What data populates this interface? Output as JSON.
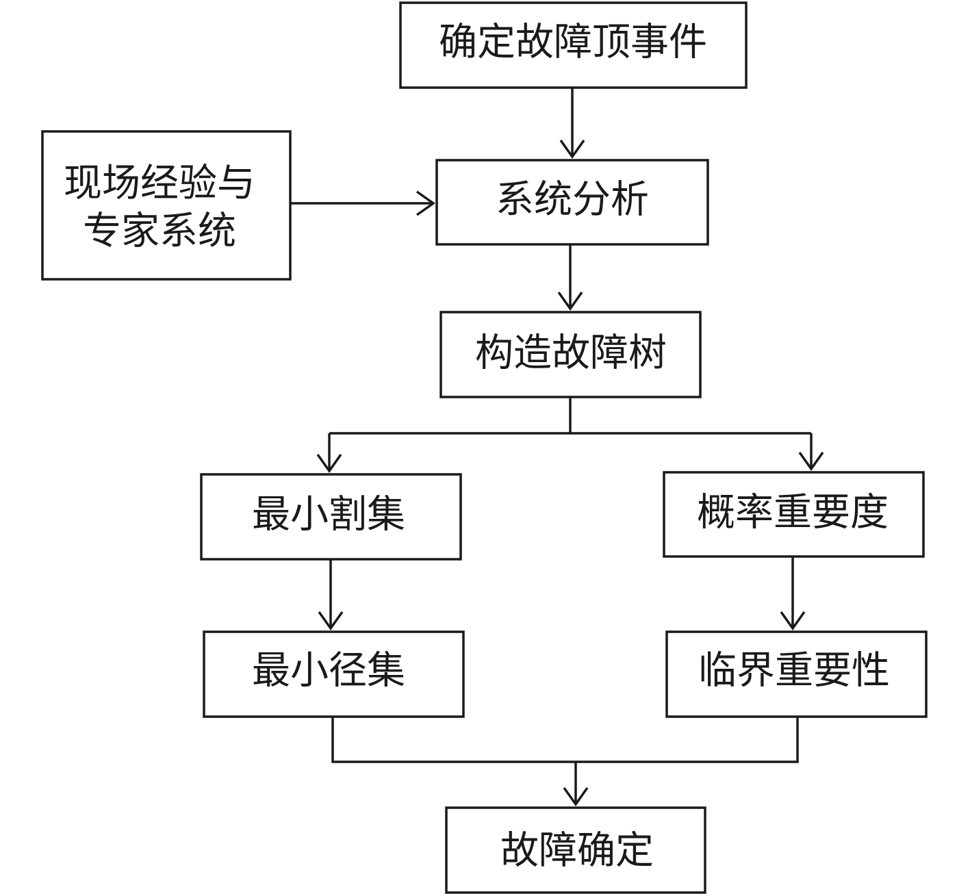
{
  "nodes": {
    "top_event": "确定故障顶事件",
    "experience_line1": "现场经验与",
    "experience_line2": "专家系统",
    "system_analysis": "系统分析",
    "build_tree": "构造故障树",
    "min_cut_sets": "最小割集",
    "min_path_sets": "最小径集",
    "probability_importance": "概率重要度",
    "critical_importance": "临界重要性",
    "fault_confirm": "故障确定"
  },
  "colors": {
    "line": "#1a1a1a",
    "box_fill": "#ffffff",
    "background": "#ffffff"
  }
}
